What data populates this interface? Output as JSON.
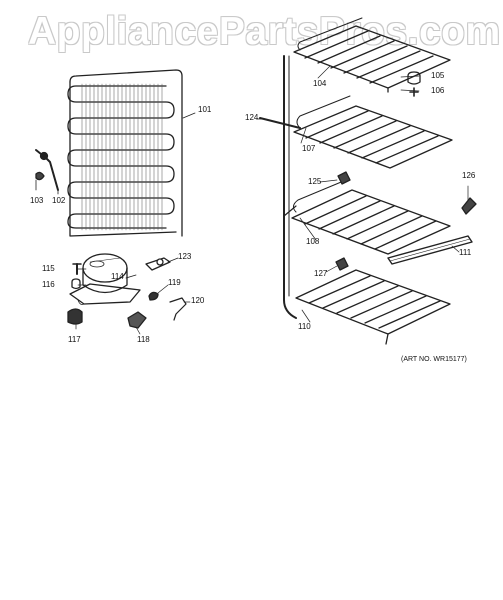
{
  "watermark": "AppliancePartsPros.com",
  "art_number": "(ART NO. WR15177)",
  "callouts": {
    "p101": "101",
    "p102": "102",
    "p103": "103",
    "p104": "104",
    "p105": "105",
    "p106": "106",
    "p107": "107",
    "p108": "108",
    "p110": "110",
    "p111": "111",
    "p114": "114",
    "p115": "115",
    "p116": "116",
    "p117": "117",
    "p118": "118",
    "p119": "119",
    "p120": "120",
    "p123": "123",
    "p124": "124",
    "p125": "125",
    "p126": "126",
    "p127": "127"
  }
}
